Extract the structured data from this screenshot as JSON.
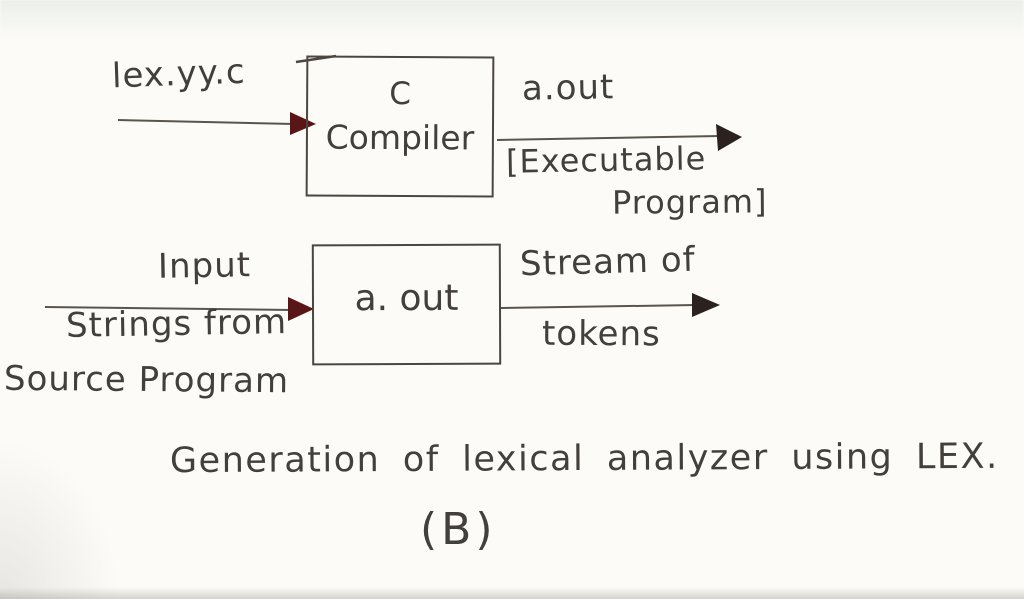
{
  "page": {
    "paper_color": "#fcfbf7",
    "ink_color": "#433f3b",
    "line_color": "#5a544d",
    "box_border_color": "#4c4640",
    "arrowhead_red": "#5a1616",
    "arrowhead_dark": "#2b221e"
  },
  "flow1": {
    "input_label": "lex.yy.c",
    "box_title_line1": "C",
    "box_title_line2": "Compiler",
    "output_label": "a.out",
    "output_note_line1": "[Executable",
    "output_note_line2": "Program]"
  },
  "flow2": {
    "input_label": "Input",
    "input_note_line1": "Strings from",
    "input_note_line2": "Source Program",
    "box_title": "a. out",
    "output_label": "Stream of",
    "output_note": "tokens"
  },
  "caption": {
    "text": "Generation of lexical analyzer using LEX.",
    "figure_label": "(B)"
  }
}
